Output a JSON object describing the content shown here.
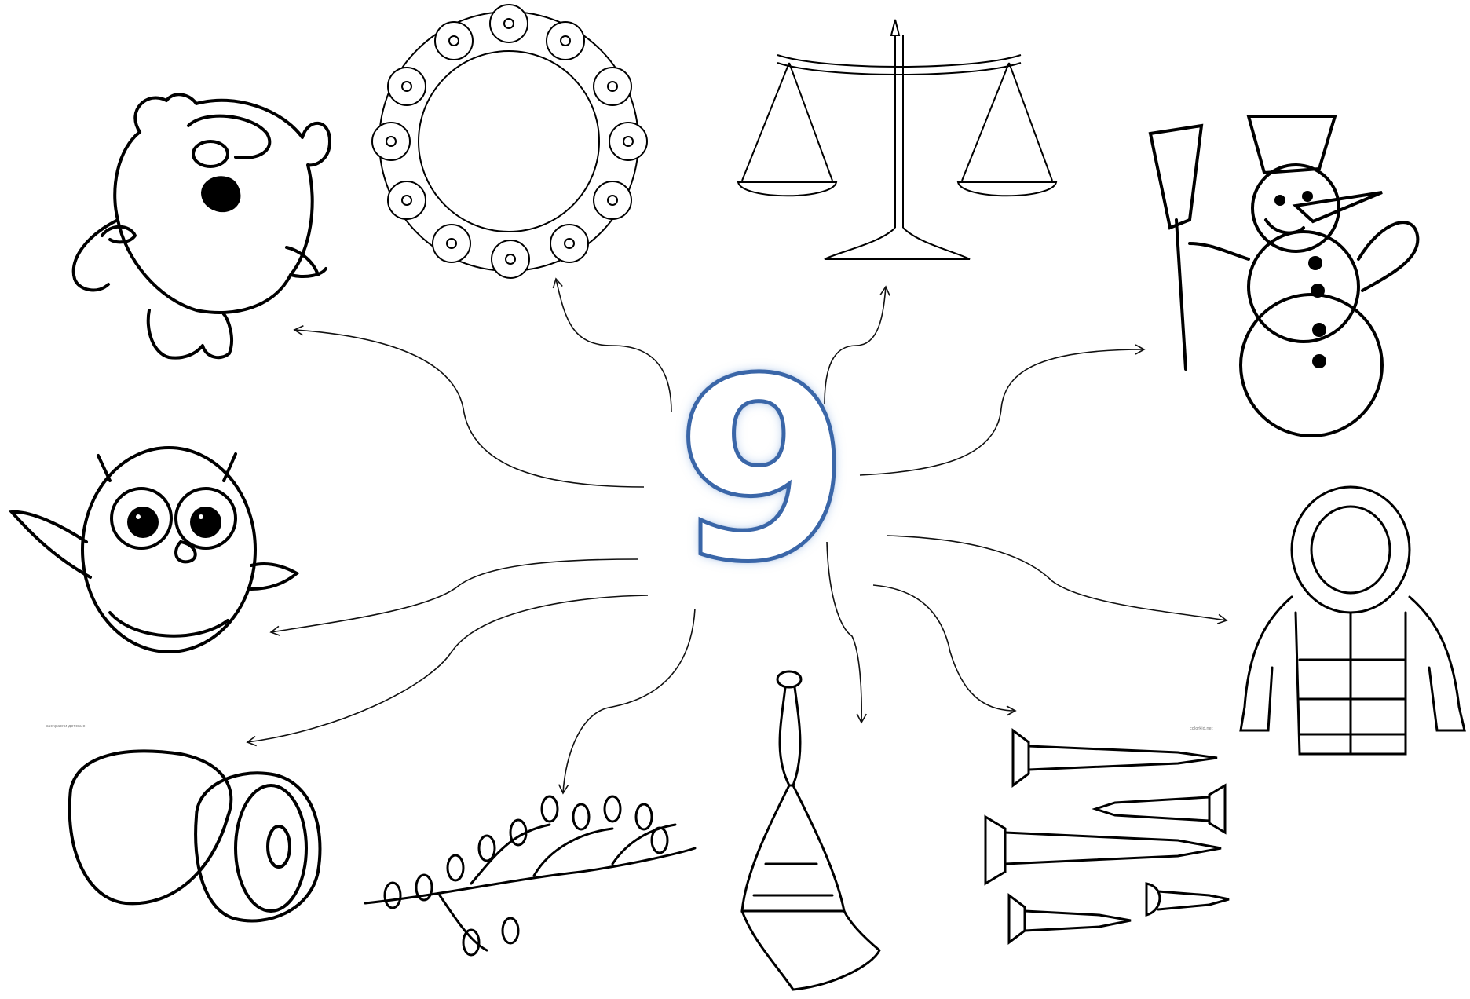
{
  "center": {
    "digit": "9",
    "colors": {
      "stroke": "#3a66a8",
      "glow": "#5a8cd2"
    }
  },
  "line_color": "#111111",
  "items": [
    {
      "id": "bear",
      "icon": "bear-cub-icon"
    },
    {
      "id": "wreath",
      "icon": "flower-wreath-icon"
    },
    {
      "id": "scales",
      "icon": "balance-scales-icon"
    },
    {
      "id": "snowman",
      "icon": "snowman-icon"
    },
    {
      "id": "owl",
      "icon": "owl-icon"
    },
    {
      "id": "jacket",
      "icon": "winter-jacket-icon"
    },
    {
      "id": "kiwi",
      "icon": "kiwi-fruit-icon"
    },
    {
      "id": "branch",
      "icon": "leafy-branch-icon"
    },
    {
      "id": "broom",
      "icon": "broom-icon"
    },
    {
      "id": "screws",
      "icon": "screws-icon"
    }
  ],
  "captions": {
    "left": "раскраски детские",
    "right": "colorkid.net"
  }
}
